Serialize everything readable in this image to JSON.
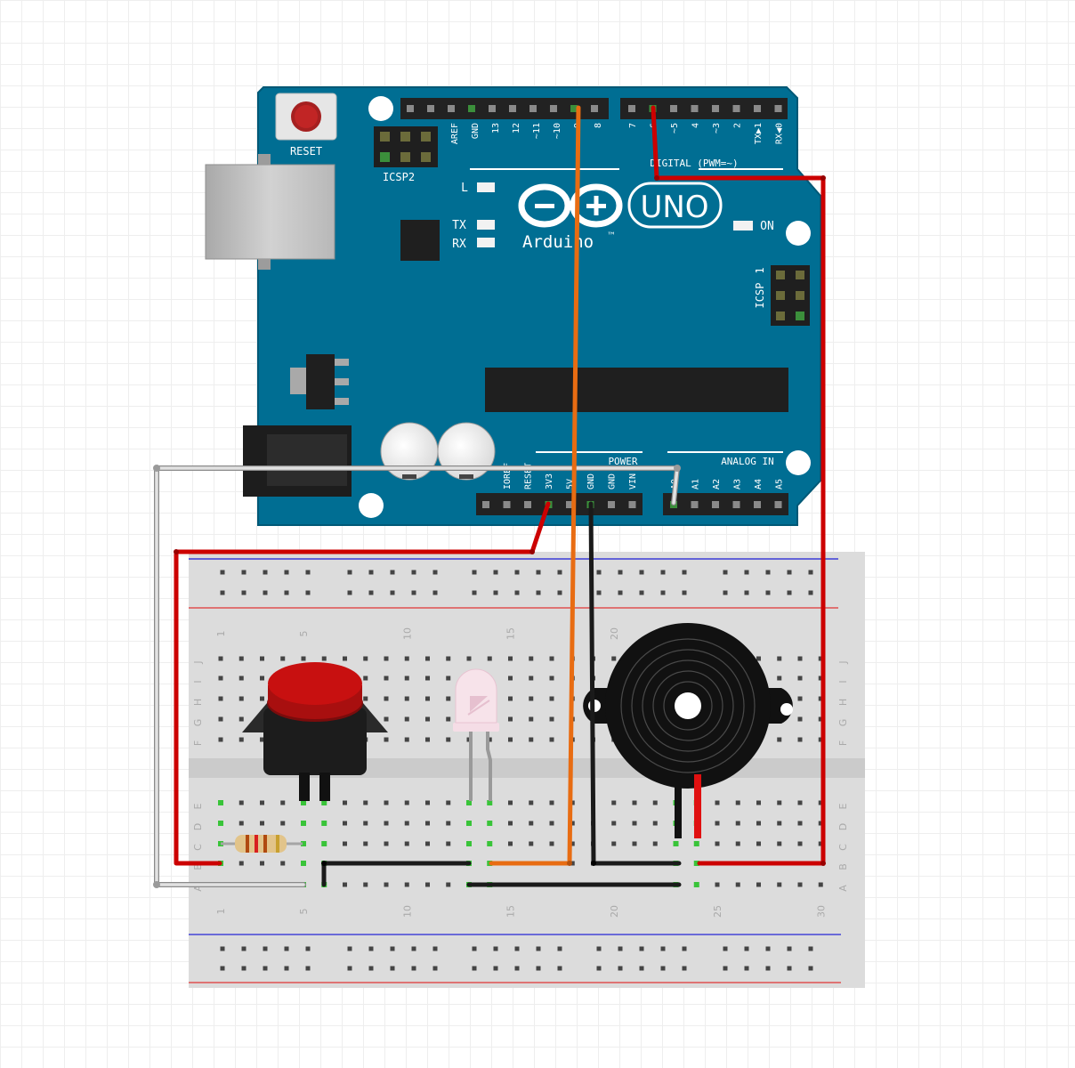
{
  "board": {
    "reset_label": "RESET",
    "icsp2_label": "ICSP2",
    "icsp_label": "ICSP",
    "icsp_pin1_label": "1",
    "l_label": "L",
    "tx_label": "TX",
    "rx_label": "RX",
    "on_label": "ON",
    "brand_label": "Arduino",
    "tm_label": "™",
    "model_label": "UNO",
    "digital_label": "DIGITAL (PWM=~)",
    "power_label": "POWER",
    "analog_label": "ANALOG IN",
    "top_left_pins": [
      "AREF",
      "GND",
      "13",
      "12",
      "~11",
      "~10",
      "~9",
      "8"
    ],
    "top_right_pins": [
      "7",
      "~6",
      "~5",
      "4",
      "~3",
      "2",
      "TX▶1",
      "RX◀0"
    ],
    "power_pins": [
      "IOREF",
      "RESET",
      "3V3",
      "5V",
      "GND",
      "GND",
      "VIN"
    ],
    "analog_pins": [
      "A0",
      "A1",
      "A2",
      "A3",
      "A4",
      "A5"
    ]
  },
  "breadboard": {
    "row_letters_top": [
      "J",
      "I",
      "H",
      "G",
      "F"
    ],
    "row_letters_bottom": [
      "E",
      "D",
      "C",
      "B",
      "A"
    ],
    "column_numbers": [
      "1",
      "5",
      "10",
      "15",
      "20",
      "25",
      "30"
    ],
    "column_numbers_top": [
      "1",
      "5",
      "10",
      "15",
      "20"
    ]
  },
  "colors": {
    "board_blue": "#006e93",
    "wire_red": "#cc0000",
    "wire_orange": "#e86c12",
    "wire_black": "#1a1a1a",
    "wire_white": "#d8d8d8",
    "button_red": "#c81010"
  }
}
